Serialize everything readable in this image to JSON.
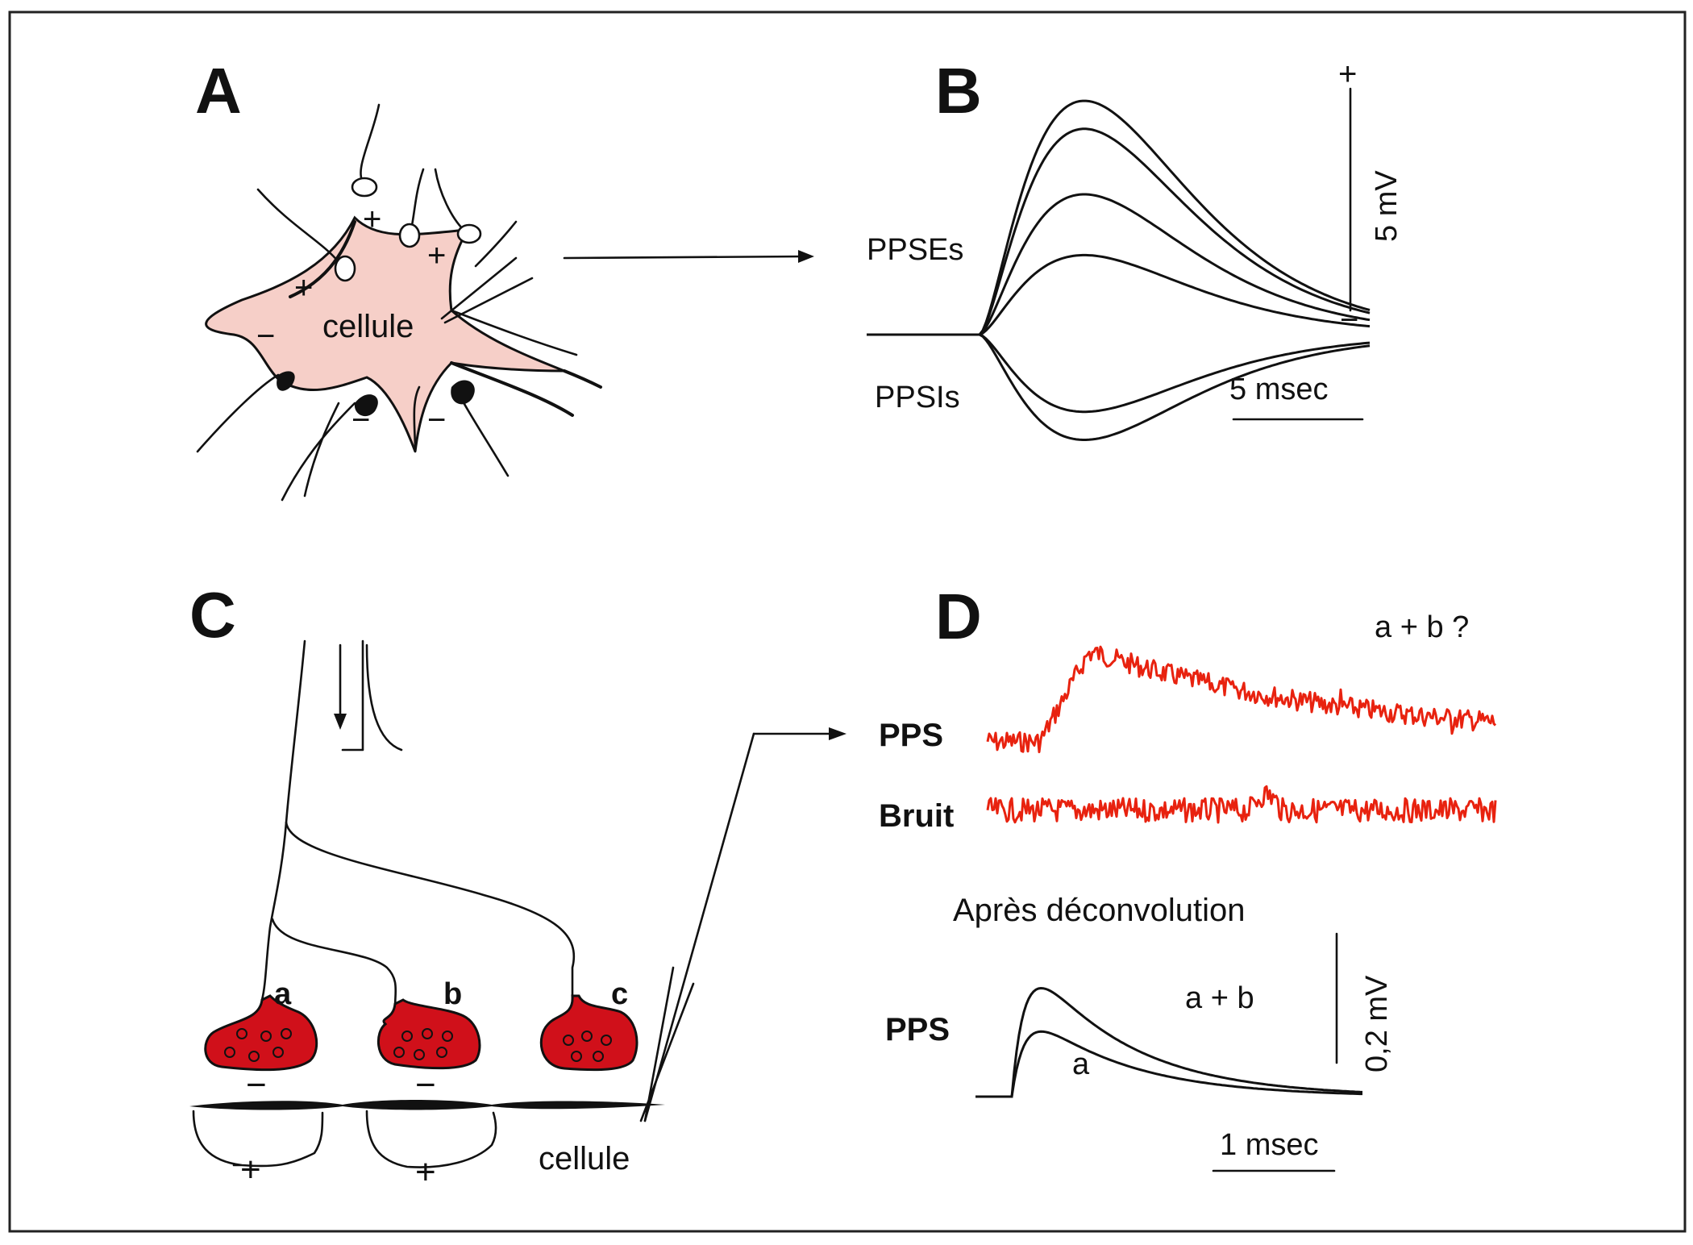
{
  "colors": {
    "ink": "#111111",
    "cell_fill": "#f6cfc8",
    "terminal_red": "#d0101a",
    "trace_red": "#e8220f",
    "frame": "#222222"
  },
  "panel_A": {
    "letter": "A",
    "cell_label": "cellule",
    "signs": [
      "+",
      "+",
      "+",
      "−",
      "−",
      "−"
    ]
  },
  "panel_B": {
    "letter": "B",
    "epsp_label": "PPSEs",
    "ipsp_label": "PPSIs",
    "voltage_scale": "5 mV",
    "voltage_plus": "+",
    "voltage_minus": "−",
    "time_scale": "5 msec",
    "epsp_amplitudes": [
      1.0,
      0.88,
      0.6,
      0.34
    ],
    "ipsp_amplitudes": [
      0.33,
      0.45
    ]
  },
  "panel_C": {
    "letter": "C",
    "terminals": [
      "a",
      "b",
      "c"
    ],
    "terminal_signs": [
      "−",
      "−"
    ],
    "field_signs": [
      "+",
      "+"
    ],
    "cell_label": "cellule"
  },
  "panel_D": {
    "letter": "D",
    "question": "a + b ?",
    "pps_label": "PPS",
    "noise_label": "Bruit",
    "deconv_title": "Après déconvolution",
    "pps_label_2": "PPS",
    "curve_labels": [
      "a + b",
      "a"
    ],
    "voltage_scale": "0,2 mV",
    "time_scale": "1 msec",
    "deconvolved_amplitudes": [
      1.0,
      0.6
    ]
  }
}
